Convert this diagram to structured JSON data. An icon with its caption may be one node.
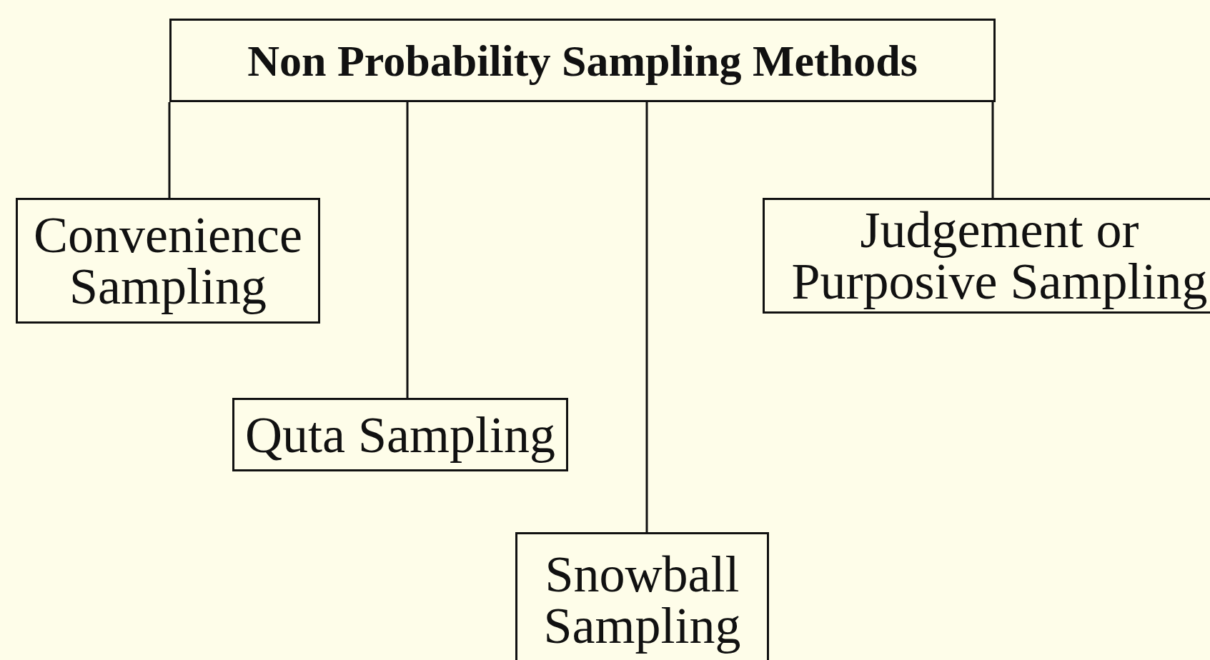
{
  "diagram": {
    "nodes": [
      {
        "text": [
          "Non Probability Sampling Methods"
        ]
      },
      {
        "text": [
          "Convenience Sampling"
        ]
      },
      {
        "text": [
          "Quta Sampling"
        ]
      },
      {
        "text": [
          "Snowball Sampling"
        ]
      },
      {
        "text": [
          "Judgement or Purposive Sampling"
        ]
      }
    ],
    "edges": [
      {
        "from": 0,
        "to": 1,
        "arrow": "none"
      },
      {
        "from": 0,
        "to": 2,
        "arrow": "none"
      },
      {
        "from": 0,
        "to": 3,
        "arrow": "none"
      },
      {
        "from": 0,
        "to": 4,
        "arrow": "none"
      }
    ]
  }
}
